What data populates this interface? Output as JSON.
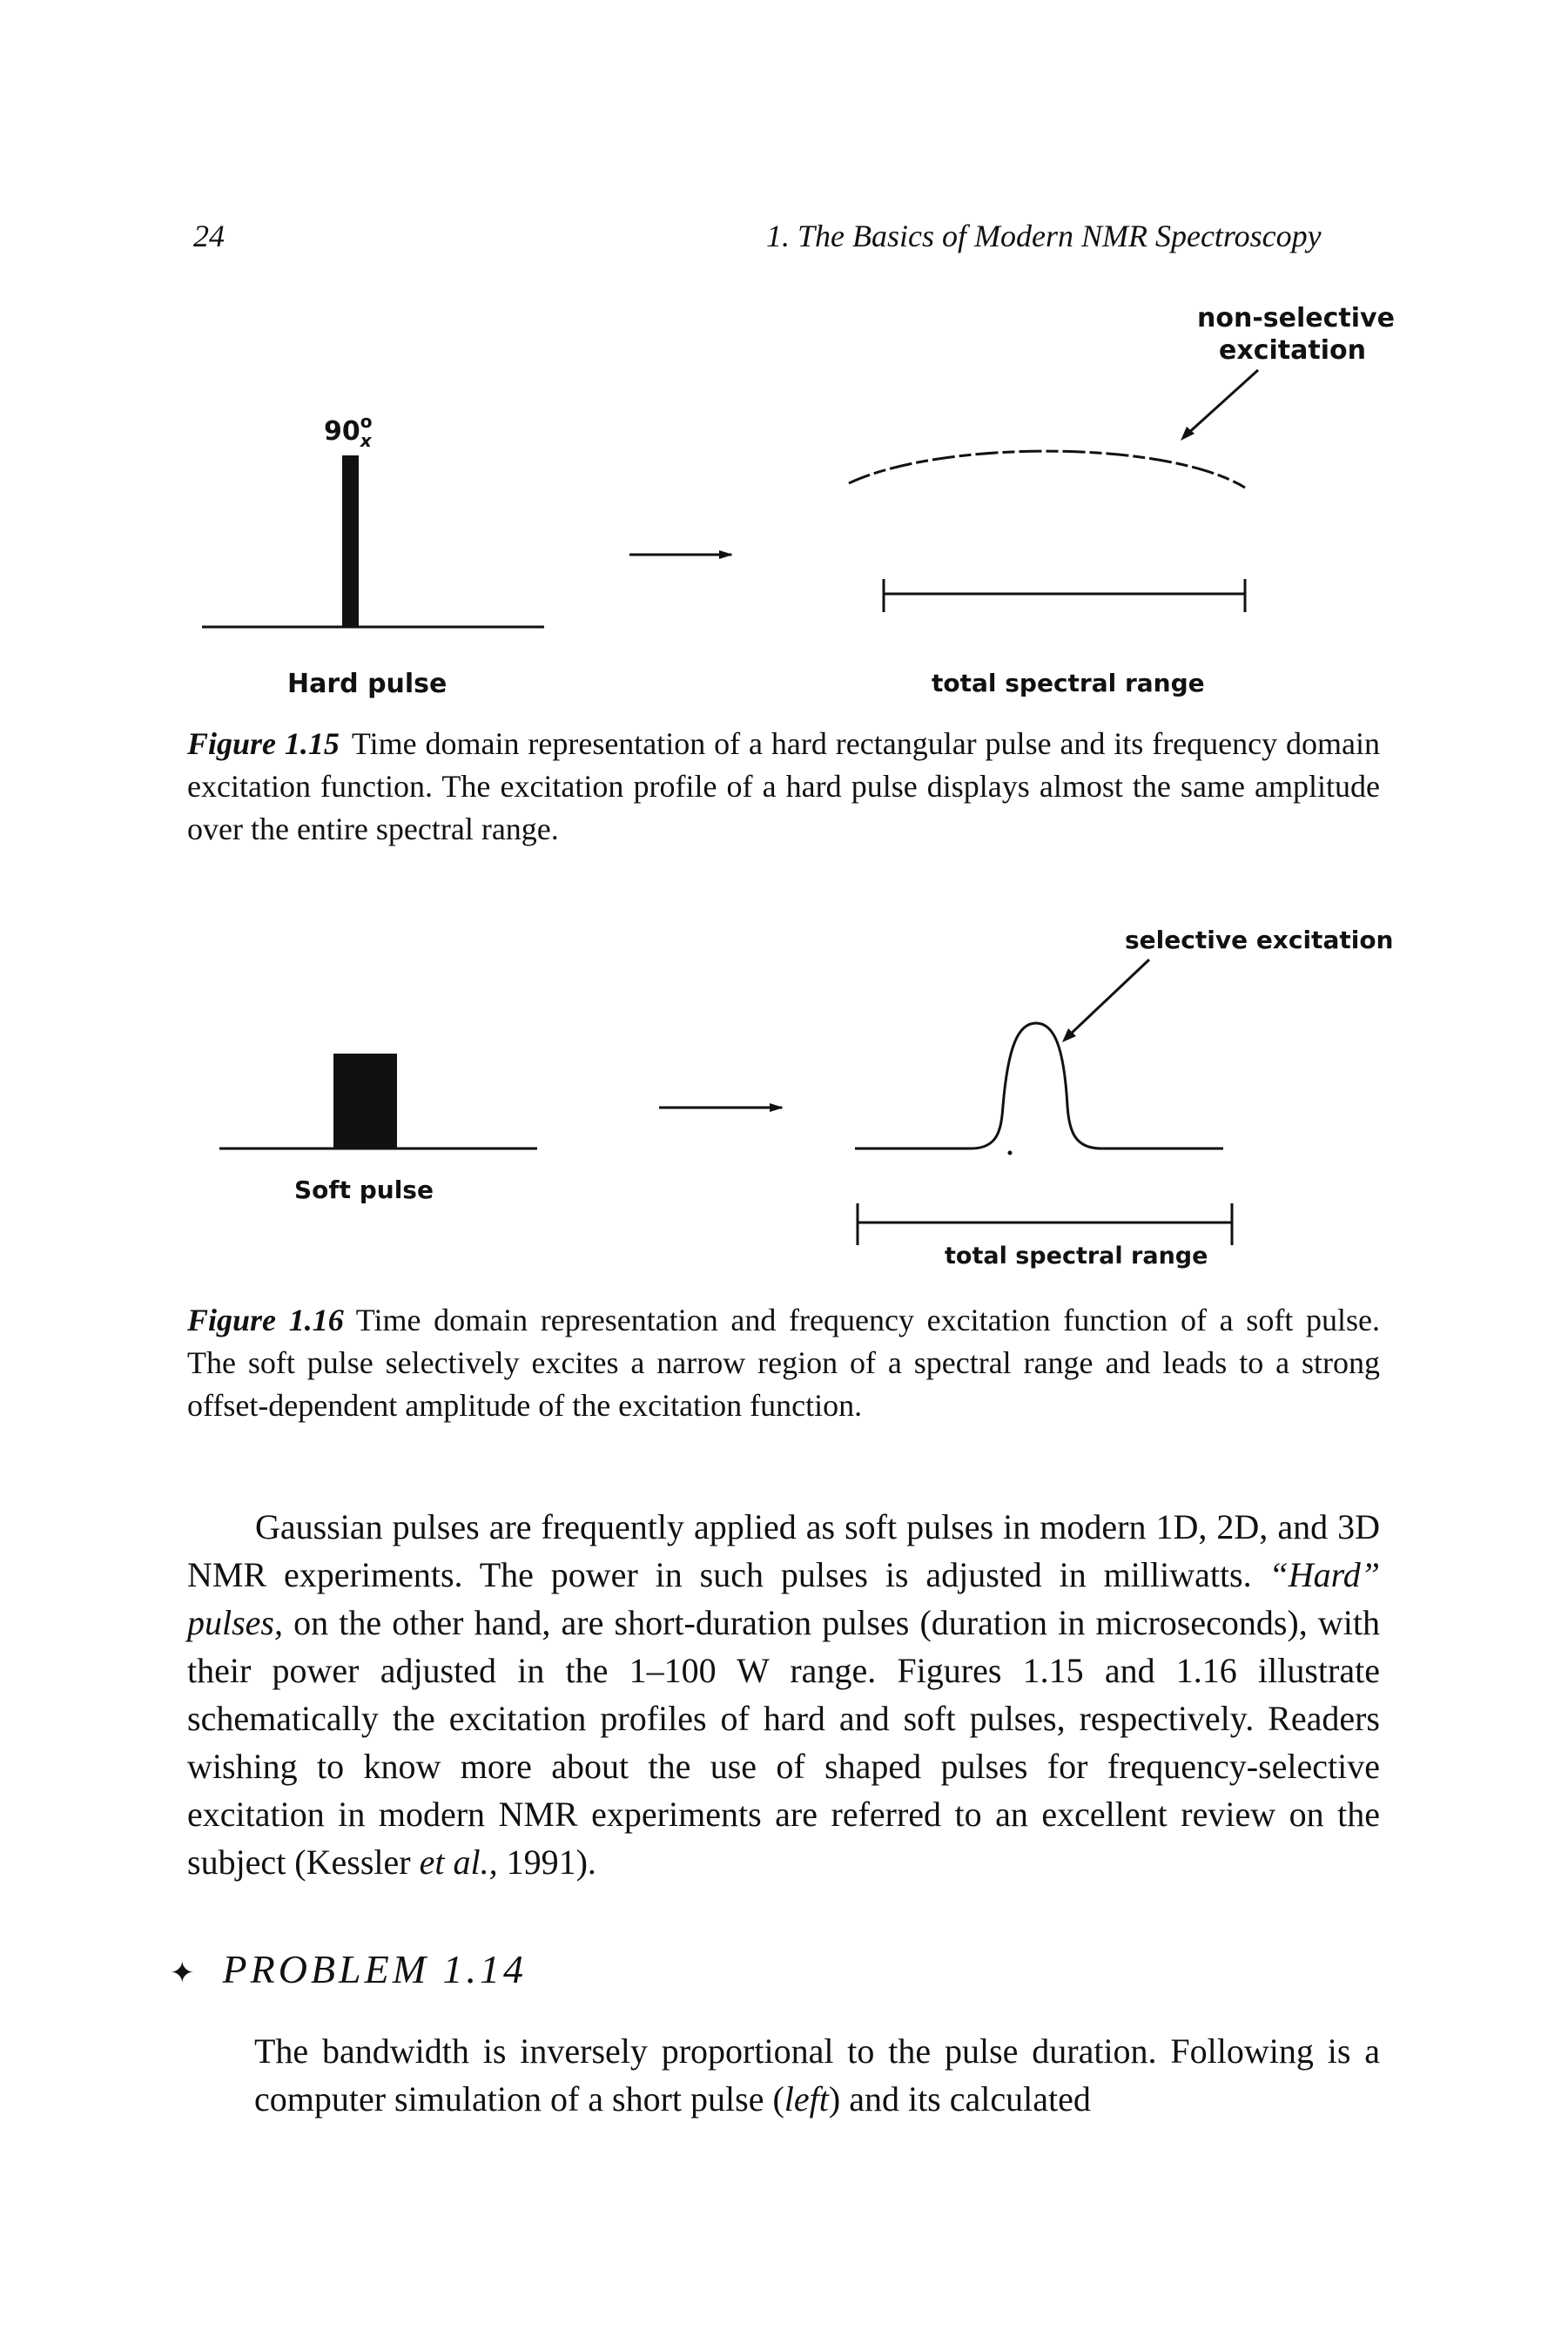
{
  "header": {
    "page_number": "24",
    "running_title": "1. The Basics of Modern NMR Spectroscopy"
  },
  "figure_1_15": {
    "pulse_label": "90",
    "pulse_label_sup": "o",
    "pulse_label_sub": "x",
    "left_caption": "Hard pulse",
    "annotation_line1": "non-selective",
    "annotation_line2": "excitation",
    "range_label": "total spectral range",
    "number": "Figure 1.15",
    "caption": "Time domain representation of a hard rectangular pulse and its frequency domain excitation function. The excitation profile of a hard pulse displays almost the same amplitude over the entire spectral range."
  },
  "figure_1_16": {
    "annotation": "selective excitation",
    "left_caption": "Soft pulse",
    "range_label": "total spectral range",
    "number": "Figure 1.16",
    "caption": "Time domain representation and frequency excitation function of a soft pulse. The soft pulse selectively excites a narrow region of a spectral range and leads to a strong offset-dependent amplitude of the excitation function."
  },
  "body": {
    "para_part1": "Gaussian pulses are frequently applied as soft pulses in modern 1D, 2D, and 3D NMR experiments. The power in such pulses is adjusted in milliwatts. ",
    "para_italic1": "“Hard” pulses,",
    "para_part2": " on the other hand, are short-duration pulses (duration in microseconds), with their power adjusted in the 1–100 W range. Figures 1.15 and 1.16 illustrate schematically the excitation profiles of hard and soft pulses, respectively. Readers wishing to know more about the use of shaped pulses for frequency-selective excitation in modern NMR experiments are referred to an excellent review on the subject (Kessler ",
    "para_italic2": "et al.,",
    "para_part3": " 1991)."
  },
  "problem": {
    "marker": "✦",
    "title": "PROBLEM 1.14",
    "text_part1": "The bandwidth is inversely proportional to the pulse duration. Following is a computer simulation of a short pulse (",
    "text_italic": "left",
    "text_part2": ") and its calculated"
  }
}
